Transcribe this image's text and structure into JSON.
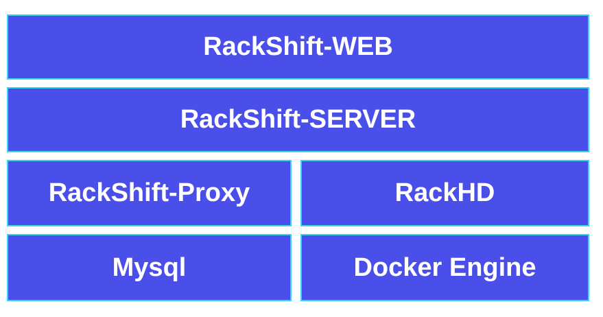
{
  "diagram": {
    "title_hint": "RackShift architecture stack",
    "colors": {
      "background": "#ffffff",
      "box_fill": "#4a4fe9",
      "box_border": "#35d6f4",
      "box_text": "#ffffff"
    },
    "boxes": [
      {
        "label": "RackShift-WEB",
        "row": 1,
        "span": "full"
      },
      {
        "label": "RackShift-SERVER",
        "row": 2,
        "span": "full"
      },
      {
        "label": "RackShift-Proxy",
        "row": 3,
        "span": "left"
      },
      {
        "label": "RackHD",
        "row": 3,
        "span": "right"
      },
      {
        "label": "Mysql",
        "row": 4,
        "span": "left"
      },
      {
        "label": "Docker Engine",
        "row": 4,
        "span": "right"
      }
    ]
  }
}
